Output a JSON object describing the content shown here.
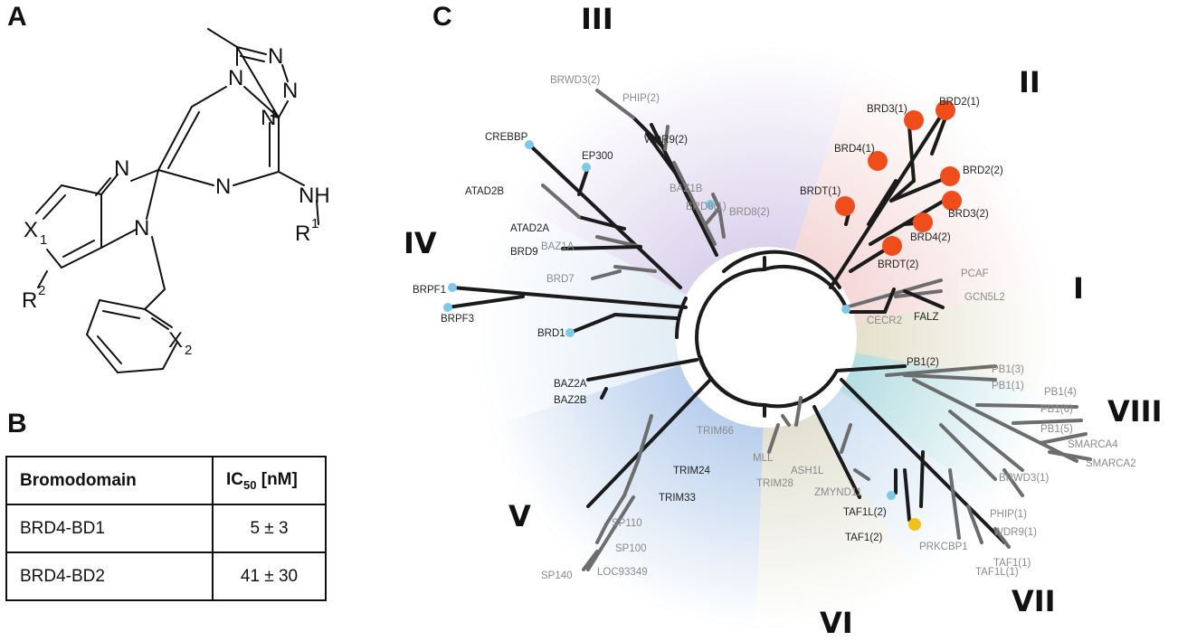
{
  "panels": {
    "a": "A",
    "b": "B",
    "c": "C"
  },
  "structure": {
    "atoms": [
      "N",
      "N",
      "N",
      "N",
      "N",
      "N",
      "N",
      "NH",
      "R",
      "1",
      "X",
      "1",
      "R",
      "2",
      "X",
      "2"
    ]
  },
  "table": {
    "header_col1": "Bromodomain",
    "header_ic": "IC",
    "header_sub": "50",
    "header_unit": " [nM]",
    "rows": [
      {
        "name": "BRD4-BD1",
        "value": "5 ± 3"
      },
      {
        "name": "BRD4-BD2",
        "value": "41 ± 30"
      }
    ]
  },
  "tree": {
    "groups": [
      "I",
      "II",
      "III",
      "IV",
      "V",
      "VI",
      "VII",
      "VIII"
    ],
    "leaves": [
      "BRWD3(2)",
      "PHIP(2)",
      "WDR9(2)",
      "BAZ1B",
      "BRD8(1)",
      "BRD8(2)",
      "CREBBP",
      "EP300",
      "ATAD2B",
      "ATAD2A",
      "BRD9",
      "BAZ1A",
      "BRD7",
      "BRPF1",
      "BRPF3",
      "BRD1",
      "BRD3(1)",
      "BRD2(1)",
      "BRD4(1)",
      "BRD2(2)",
      "BRDT(1)",
      "BRD3(2)",
      "BRD4(2)",
      "BRDT(2)",
      "PCAF",
      "GCN5L2",
      "FALZ",
      "CECR2",
      "PB1(2)",
      "PB1(3)",
      "PB1(1)",
      "PB1(4)",
      "PB1(6)",
      "PB1(5)",
      "SMARCA4",
      "SMARCA2",
      "BRWD3(1)",
      "PHIP(1)",
      "WDR9(1)",
      "BAZ2A",
      "BAZ2B",
      "TRIM66",
      "TRIM24",
      "TRIM33",
      "SP110",
      "SP100",
      "SP140",
      "LOC93349",
      "MLL",
      "TRIM28",
      "ASH1L",
      "ZMYND11",
      "TAF1L(2)",
      "TAF1(2)",
      "PRKCBP1",
      "TAF1L(1)",
      "TAF1(1)"
    ],
    "colors": {
      "high_affinity": "#f04d1c",
      "dot_light_blue": "#7ec8e8",
      "dot_yellow": "#f2c21b",
      "sector_I": "#d9d6b8",
      "sector_II": "#f1c9c9",
      "sector_III": "#cfc3e6",
      "sector_IV": "#d7e6f2",
      "sector_V": "#9fbde5",
      "sector_VI": "#d7d5c0",
      "sector_VII": "#bcd6ee",
      "sector_VIII": "#a9dcdc"
    }
  }
}
